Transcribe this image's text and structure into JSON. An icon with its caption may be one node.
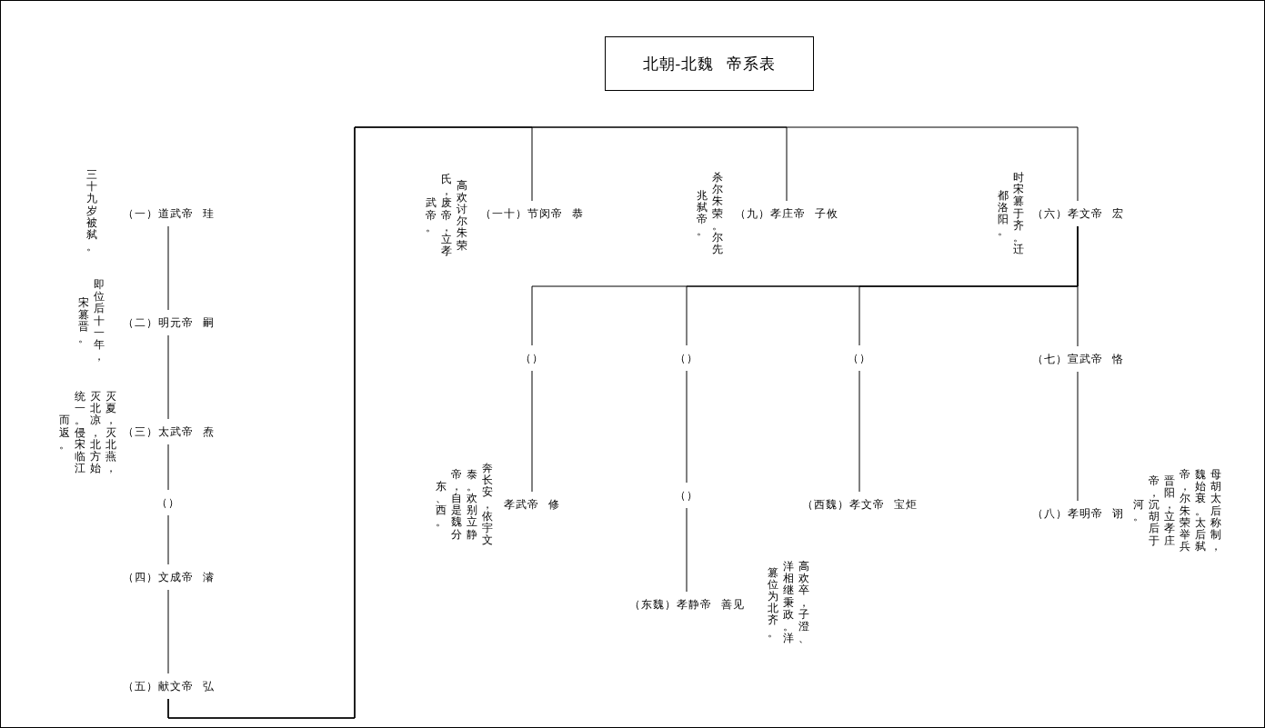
{
  "diagram": {
    "title": "北朝-北魏 帝系表",
    "nodes": [
      {
        "text": [
          "（一）道武帝 珪"
        ],
        "beside": [
          "三十九岁被弑。"
        ]
      },
      {
        "text": [
          "（二）明元帝 嗣"
        ],
        "beside": [
          "即位后十一年，宋篡晋。"
        ]
      },
      {
        "text": [
          "（三）太武帝 焘"
        ],
        "beside": [
          "灭夏，灭北燕，灭北凉，北方始统一。侵宋临江而返。"
        ]
      },
      {
        "text": [
          "（）"
        ]
      },
      {
        "text": [
          "（四）文成帝 濬"
        ]
      },
      {
        "text": [
          "（五）献文帝 弘"
        ]
      },
      {
        "text": [
          "（一十）节闵帝 恭"
        ],
        "beside": [
          "高欢讨尔朱荣氏，废帝，立孝武帝。"
        ]
      },
      {
        "text": [
          "（九）孝庄帝 子攸"
        ],
        "beside": [
          "杀尔朱荣。尔先兆弑帝。"
        ]
      },
      {
        "text": [
          "（六）孝文帝 宏"
        ],
        "beside": [
          "时宋篡于齐。迁都洛阳。"
        ]
      },
      {
        "text": [
          "（）"
        ]
      },
      {
        "text": [
          "（）"
        ]
      },
      {
        "text": [
          "（）"
        ]
      },
      {
        "text": [
          "（七）宣武帝 恪"
        ]
      },
      {
        "text": [
          "孝武帝 修"
        ],
        "beside": [
          "奔长安，依宇文泰。欢别立静帝，自是魏分东、西。"
        ]
      },
      {
        "text": [
          "（）"
        ]
      },
      {
        "text": [
          "（西魏）孝文帝 宝炬"
        ]
      },
      {
        "text": [
          "（八）孝明帝 诩"
        ],
        "beside": [
          "母胡太后称制，魏始衰。太后弑帝，尔朱荣举兵晋阳，立孝庄帝，沉胡后于河。"
        ]
      },
      {
        "text": [
          "（东魏）孝静帝 善见"
        ],
        "beside": [
          "高欢卒，子澄、洋相继秉政。洋篡位为北齐。"
        ]
      }
    ],
    "edges": [
      {
        "from": 0,
        "to": 1,
        "arrow": "none"
      },
      {
        "from": 1,
        "to": 2,
        "arrow": "none"
      },
      {
        "from": 2,
        "to": 3,
        "arrow": "none"
      },
      {
        "from": 3,
        "to": 4,
        "arrow": "none"
      },
      {
        "from": 4,
        "to": 5,
        "arrow": "none"
      },
      {
        "from": 5,
        "to": 6,
        "arrow": "none"
      },
      {
        "from": 5,
        "to": 7,
        "arrow": "none"
      },
      {
        "from": 5,
        "to": 8,
        "arrow": "none"
      },
      {
        "from": 8,
        "to": 9,
        "arrow": "none"
      },
      {
        "from": 8,
        "to": 10,
        "arrow": "none"
      },
      {
        "from": 8,
        "to": 11,
        "arrow": "none"
      },
      {
        "from": 8,
        "to": 12,
        "arrow": "none"
      },
      {
        "from": 9,
        "to": 13,
        "arrow": "none"
      },
      {
        "from": 10,
        "to": 14,
        "arrow": "none"
      },
      {
        "from": 14,
        "to": 17,
        "arrow": "none"
      },
      {
        "from": 11,
        "to": 15,
        "arrow": "none"
      },
      {
        "from": 12,
        "to": 16,
        "arrow": "none"
      }
    ]
  }
}
